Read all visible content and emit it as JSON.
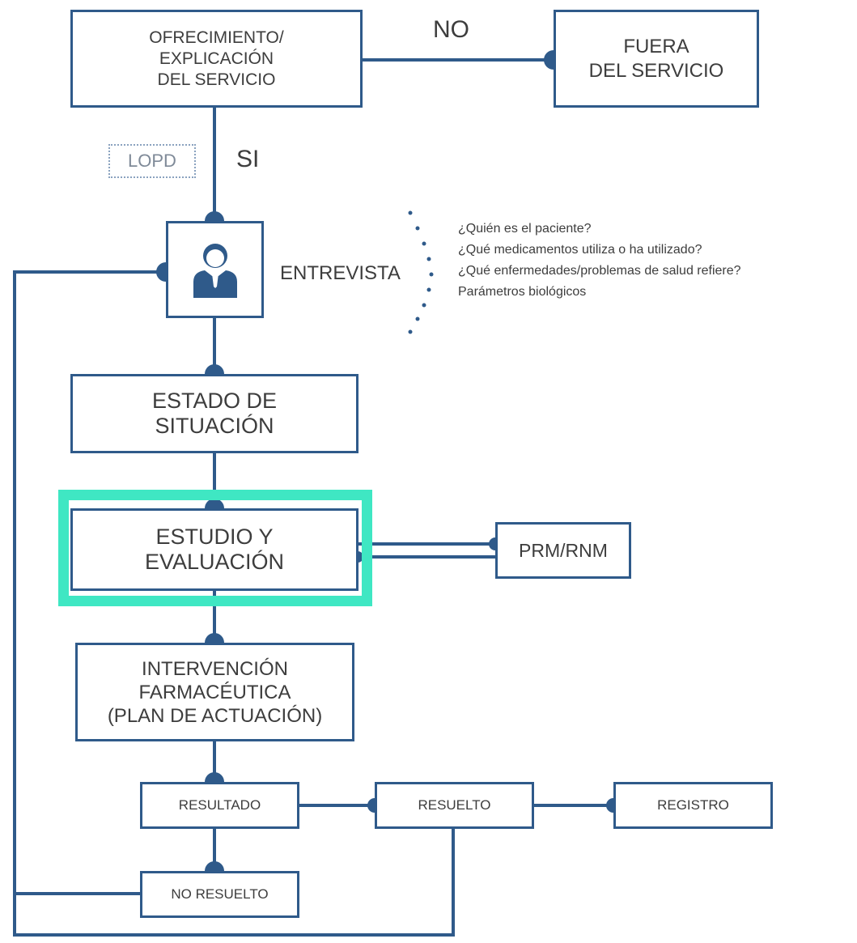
{
  "boxes": {
    "ofrecimiento": "OFRECIMIENTO/\nEXPLICACIÓN\nDEL SERVICIO",
    "fuera": "FUERA\nDEL SERVICIO",
    "estado": "ESTADO DE\nSITUACIÓN",
    "estudio": "ESTUDIO Y\nEVALUACIÓN",
    "prm": "PRM/RNM",
    "intervencion": "INTERVENCIÓN\nFARMACÉUTICA\n(PLAN DE ACTUACIÓN)",
    "resultado": "RESULTADO",
    "resuelto": "RESUELTO",
    "registro": "REGISTRO",
    "no_resuelto": "NO RESUELTO"
  },
  "labels": {
    "no": "NO",
    "si": "SI",
    "lopd": "LOPD",
    "entrevista": "ENTREVISTA"
  },
  "entrevista_items": [
    "¿Quién es el paciente?",
    "¿Qué medicamentos utiliza o ha utilizado?",
    "¿Qué enfermedades/problemas de salud refiere?",
    "Parámetros biológicos"
  ],
  "icons": {
    "interview": "person-icon"
  },
  "colors": {
    "line": "#2f5a8a",
    "highlight": "#3fe7c3",
    "text": "#3d3d3d"
  }
}
